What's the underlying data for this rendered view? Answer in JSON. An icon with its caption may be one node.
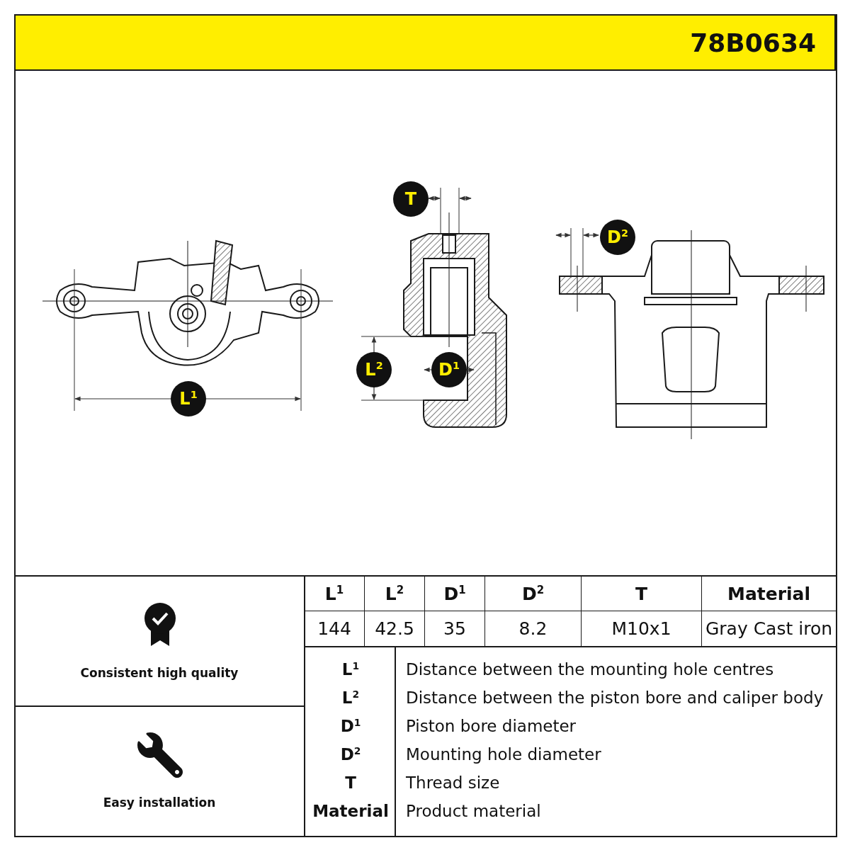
{
  "diagram": {
    "labels": [
      "78B0634",
      "T",
      "D$^{2}$",
      "L$^{2}$",
      "D$^{1}$",
      "L$^{1}$",
      "Consistent high quality",
      "Easy installation",
      "L$^{1}$",
      "L$^{2}$",
      "D$^{1}$",
      "D$^{2}$",
      "T",
      "Material",
      "144",
      "42.5",
      "35",
      "8.2",
      "M10x1",
      "Gray Cast iron",
      "L$^{1}$",
      "Distance between the mounting hole centres",
      "L$^{2}$",
      "Distance between the piston bore and caliper body",
      "D$^{1}$",
      "Piston bore diameter",
      "D$^{2}$",
      "Mounting hole diameter",
      "T",
      "Thread size",
      "Material",
      "Product material"
    ]
  }
}
